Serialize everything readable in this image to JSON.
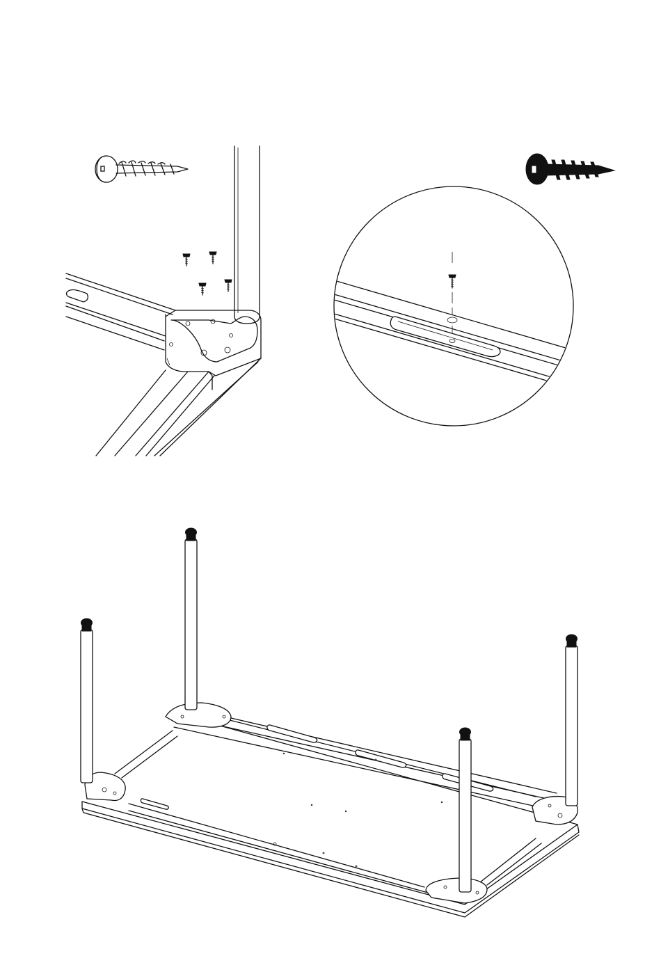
{
  "page": {
    "description_free": true
  },
  "panels": {
    "corner_detail": {
      "screw_count": 4
    },
    "zoom_detail": {
      "screw_count": 1
    },
    "frame_overview": {
      "leg_count": 4
    }
  },
  "icons": {
    "screw_outline": "screw-icon",
    "screw_filled": "screw-icon",
    "small_screw": "small-screw-icon"
  }
}
